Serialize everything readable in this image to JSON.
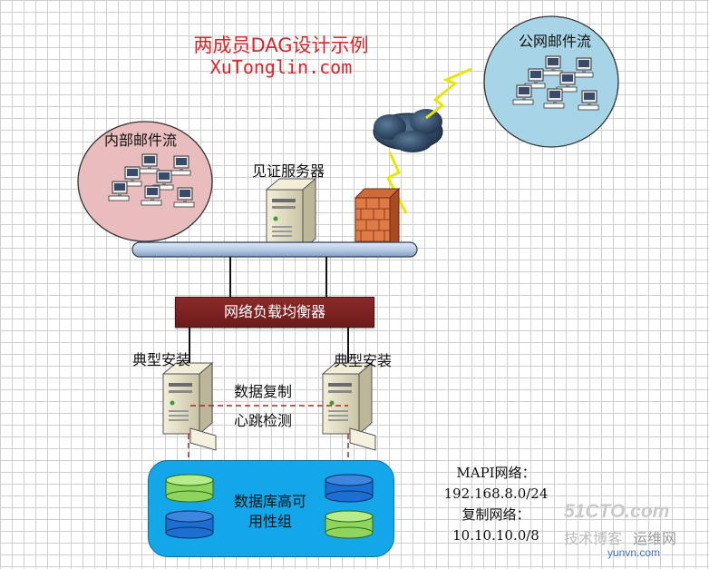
{
  "title": "两成员DAG设计示例",
  "subtitle": "XuTonglin.com",
  "internal_mail": "内部邮件流",
  "public_mail": "公网邮件流",
  "witness_server": "见证服务器",
  "load_balancer": "网络负载均衡器",
  "node_left": "典型安装",
  "node_right": "典型安装",
  "replication": "数据复制",
  "heartbeat": "心跳检测",
  "db_group_line1": "数据库高可",
  "db_group_line2": "用性组",
  "network_info": [
    "MAPI网络：",
    "192.168.8.0/24",
    "复制网络：",
    "10.10.10.0/8"
  ],
  "watermark": {
    "site": "51CTO.com",
    "line2": "技术博客",
    "line3": "运维网",
    "url": "yunvn.com"
  },
  "colors": {
    "title": "#d8242a",
    "internal_bubble": "#e9bdbd",
    "public_bubble": "#a7d4e6",
    "load_balancer": "#7a2222",
    "db_group": "#13a6e8",
    "db_green": "#8fd45c",
    "db_blue": "#1a6fd0"
  }
}
